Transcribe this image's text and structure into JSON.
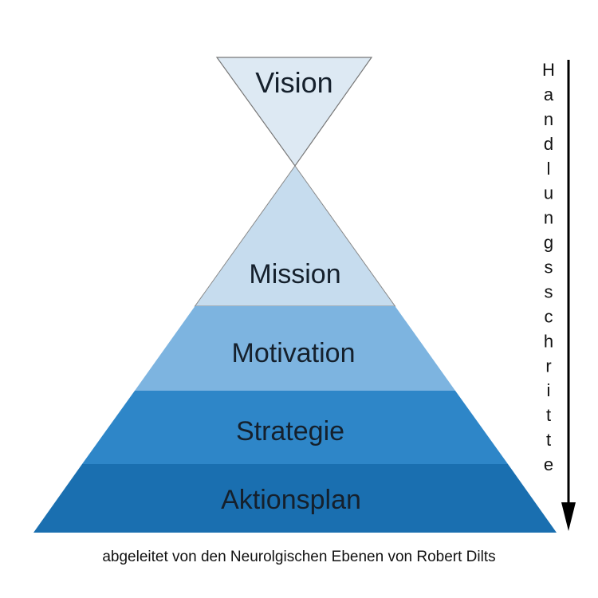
{
  "levels": [
    {
      "label": "Vision",
      "color": "#dde9f3"
    },
    {
      "label": "Mission",
      "color": "#c6dcee"
    },
    {
      "label": "Motivation",
      "color": "#7db4e0"
    },
    {
      "label": "Strategie",
      "color": "#2e86c8"
    },
    {
      "label": "Aktionsplan",
      "color": "#1a6fb0"
    }
  ],
  "arrow_label": "Handlungsschritte",
  "caption": "abgeleitet von den Neurolgischen Ebenen von Robert Dilts"
}
